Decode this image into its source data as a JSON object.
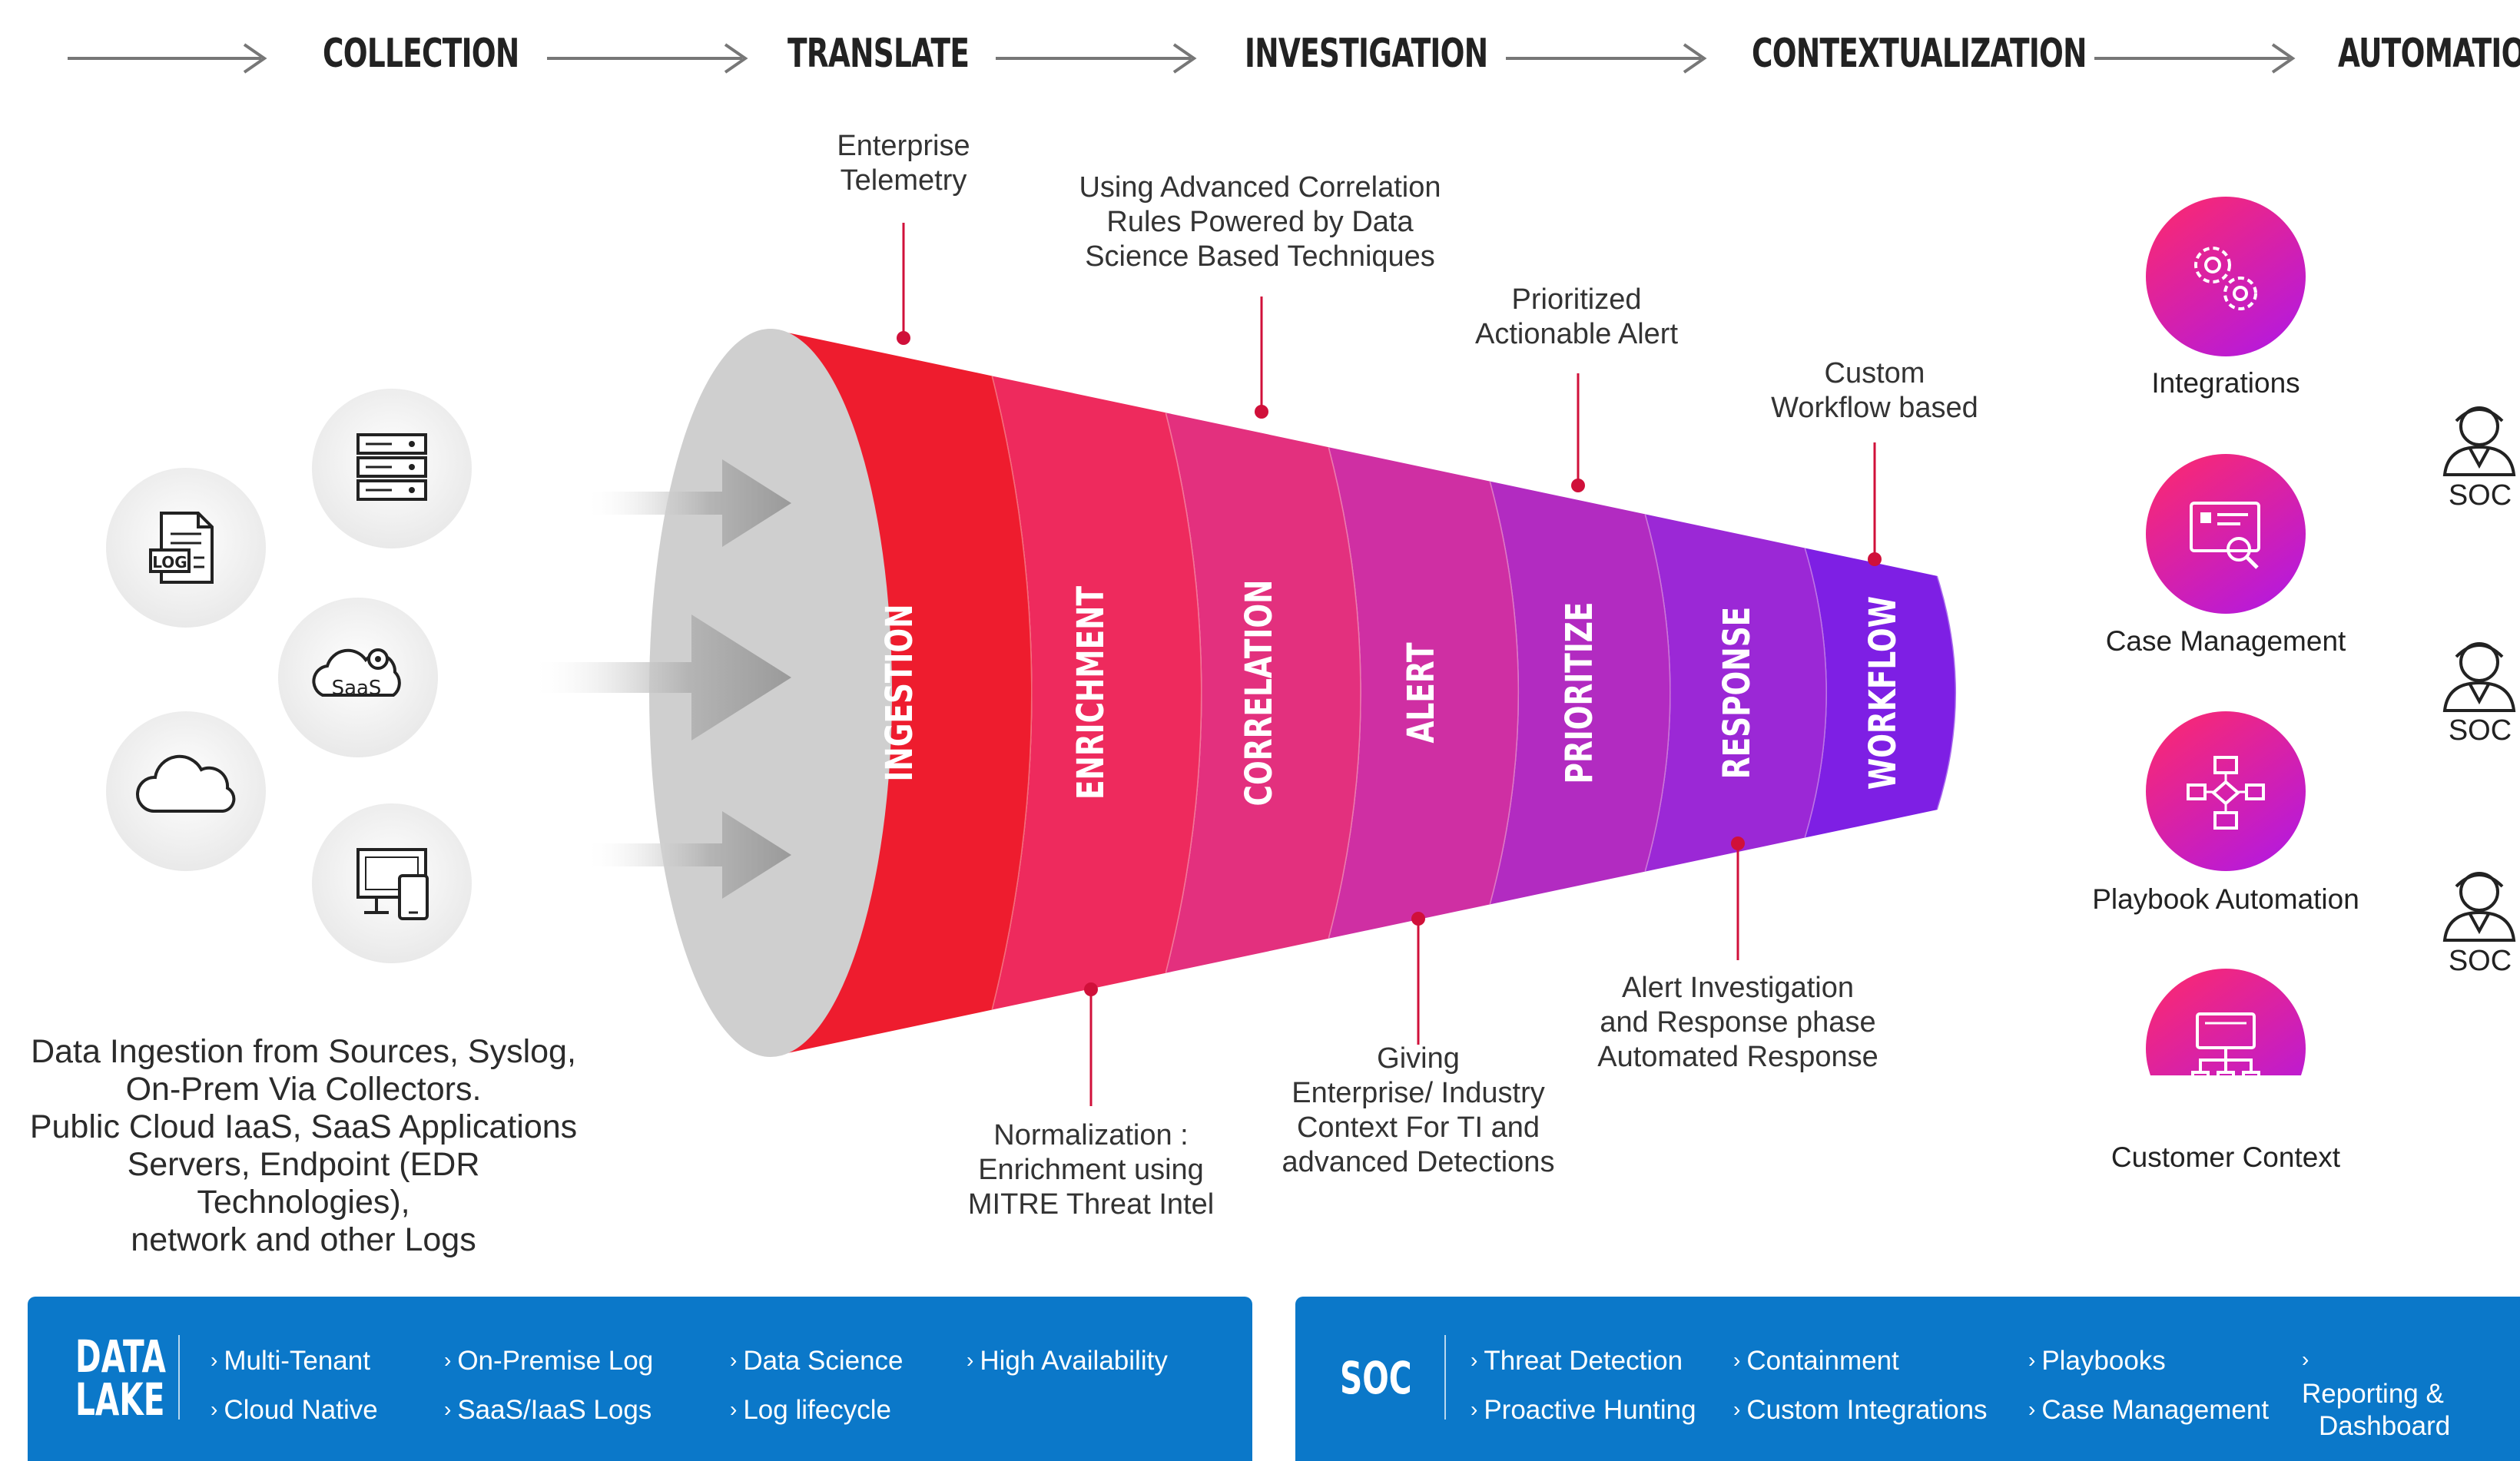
{
  "stages": [
    "COLLECTION",
    "TRANSLATE",
    "INVESTIGATION",
    "CONTEXTUALIZATION",
    "AUTOMATION"
  ],
  "funnel": {
    "segments": [
      "INGESTION",
      "ENRICHMENT",
      "CORRELATION",
      "ALERT",
      "PRIORITIZE",
      "RESPONSE",
      "WORKFLOW"
    ],
    "colors": [
      "#ee1c2e",
      "#ee2a5d",
      "#e3307e",
      "#cf2fa3",
      "#b22bc1",
      "#9b28d6",
      "#7e1fe4"
    ]
  },
  "annotations": {
    "enterprise_telemetry": [
      "Enterprise",
      "Telemetry"
    ],
    "correlation_rules": [
      "Using Advanced Correlation",
      "Rules Powered by Data",
      "Science Based Techniques"
    ],
    "prioritized_alert": [
      "Prioritized",
      "Actionable Alert"
    ],
    "custom_workflow": [
      "Custom",
      "Workflow based"
    ],
    "normalization": [
      "Normalization :",
      "Enrichment using",
      "MITRE Threat Intel"
    ],
    "giving_context": [
      "Giving",
      "Enterprise/ Industry",
      "Context For TI and",
      "advanced Detections"
    ],
    "alert_investigation": [
      "Alert Investigation",
      "and Response phase",
      "Automated Response"
    ]
  },
  "sources": {
    "icons": [
      "log-file-icon",
      "server-rack-icon",
      "saas-cloud-icon",
      "cloud-icon",
      "devices-icon"
    ],
    "log_badge": "LOG",
    "saas_badge": "SaaS",
    "description": [
      "Data Ingestion from Sources, Syslog,",
      "On-Prem Via Collectors.",
      "Public Cloud IaaS, SaaS Applications",
      "Servers, Endpoint (EDR Technologies),",
      "network and other Logs"
    ]
  },
  "automation": {
    "items": [
      "Integrations",
      "Case Management",
      "Playbook Automation",
      "Customer Context"
    ],
    "icons": [
      "gears-icon",
      "case-search-icon",
      "flowchart-icon",
      "hierarchy-icon"
    ],
    "gradient": [
      "#ff2a6a",
      "#b81ad9"
    ]
  },
  "soc_users": [
    "SOC",
    "SOC",
    "SOC"
  ],
  "banner_data_lake": {
    "title": [
      "DATA",
      "LAKE"
    ],
    "items": [
      "Multi-Tenant",
      "Cloud Native",
      "On-Premise Log",
      "SaaS/IaaS Logs",
      "Data Science",
      "Log lifecycle",
      "High Availability"
    ]
  },
  "banner_soc": {
    "title": "SOC",
    "items": [
      "Threat Detection",
      "Proactive Hunting",
      "Containment",
      "Custom Integrations",
      "Playbooks",
      "Case Management"
    ],
    "reporting": [
      "Reporting &",
      "Dashboard"
    ]
  },
  "colors": {
    "banner": "#0b78c9",
    "annotation_line": "#d0103a",
    "arrow_grey": "#9a9a9a",
    "funnel_mouth": "#cfcfcf"
  }
}
